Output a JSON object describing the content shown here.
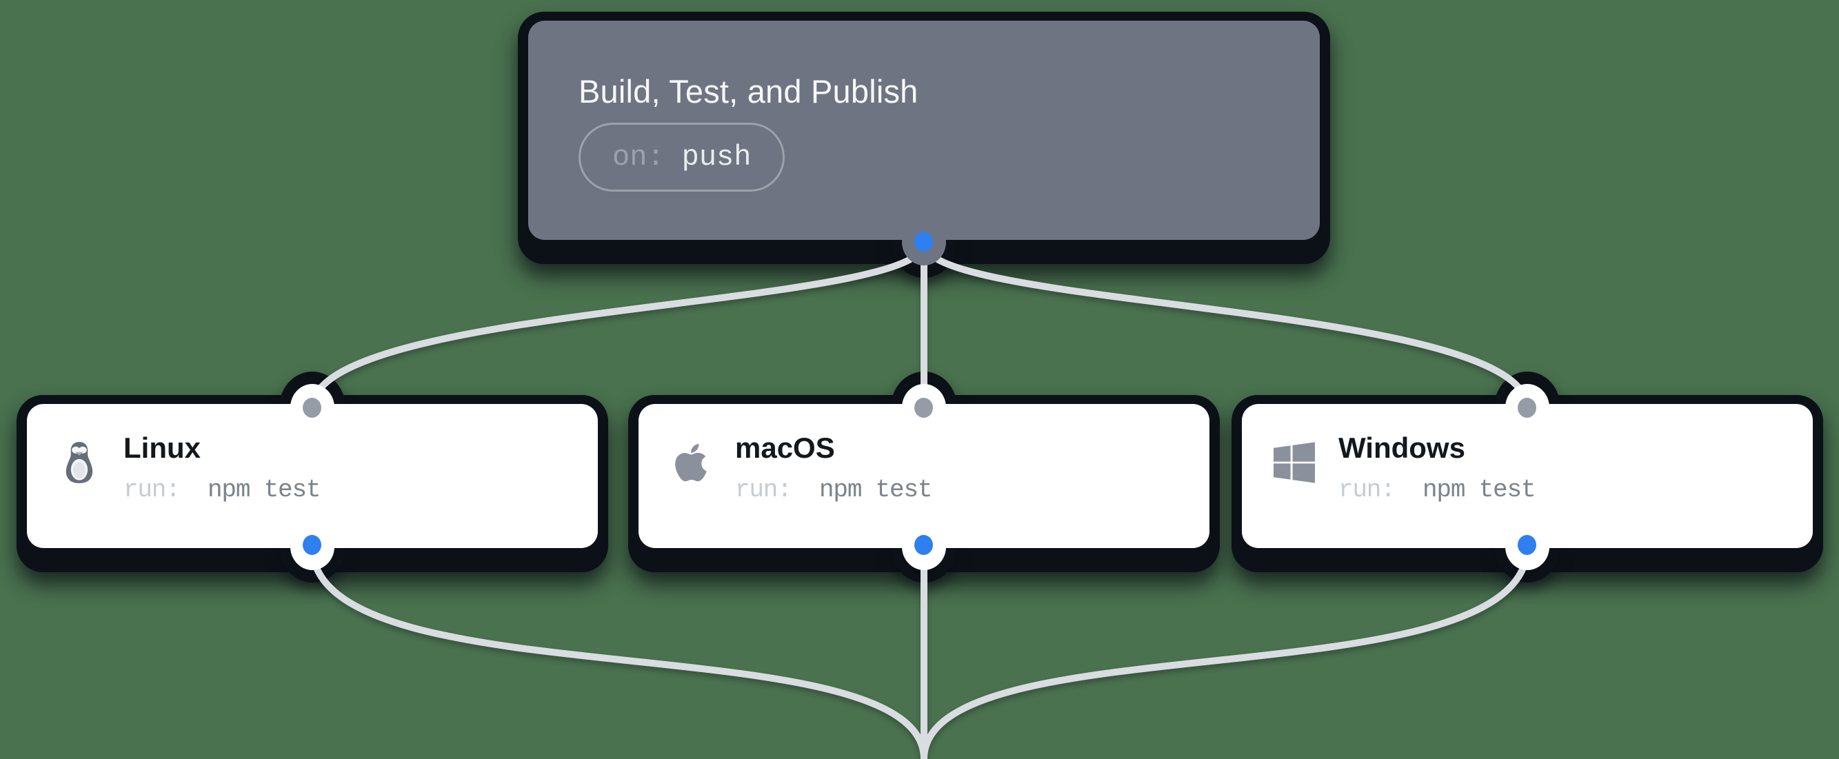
{
  "scene": {
    "background_color": "#4a724f",
    "trigger_node_fill": "#6e7481",
    "job_node_fill": "#ffffff",
    "outline_shadow_color": "#0c1118",
    "connector_color": "#d9dce1",
    "output_port_color": "#2e7ff0",
    "input_port_color": "#969ca5"
  },
  "trigger_node": {
    "title": "Build, Test, and Publish",
    "badge": {
      "key": "on:",
      "value": "push"
    }
  },
  "job_nodes": [
    {
      "name": "Linux",
      "icon": "linux-tux-icon",
      "run": {
        "key": "run:",
        "command": "npm test"
      }
    },
    {
      "name": "macOS",
      "icon": "apple-icon",
      "run": {
        "key": "run:",
        "command": "npm test"
      }
    },
    {
      "name": "Windows",
      "icon": "windows-icon",
      "run": {
        "key": "run:",
        "command": "npm test"
      }
    }
  ]
}
